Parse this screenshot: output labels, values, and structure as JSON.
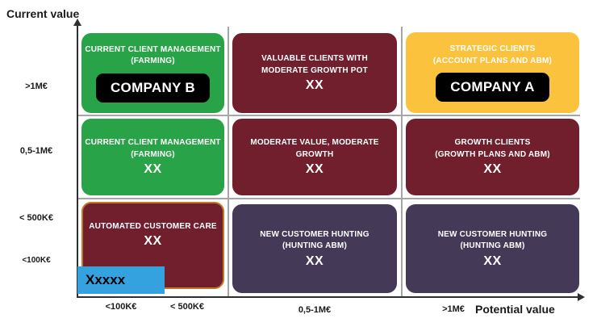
{
  "figure": {
    "y_axis_title": "Current value",
    "x_axis_title": "Potential value",
    "y_ticks": [
      ">1M€",
      "0,5-1M€",
      "< 500K€",
      "<100K€"
    ],
    "x_ticks": [
      "<100K€",
      "< 500K€",
      "0,5-1M€",
      ">1M€"
    ]
  },
  "cells": {
    "r1c1": {
      "line1": "CURRENT CLIENT MANAGEMENT",
      "line2": "(FARMING)",
      "tag": "COMPANY B"
    },
    "r1c2": {
      "line1": "VALUABLE CLIENTS WITH",
      "line2": "MODERATE GROWTH POT",
      "value": "XX"
    },
    "r1c3": {
      "line1": "STRATEGIC CLIENTS",
      "line2": "(ACCOUNT PLANS AND ABM)",
      "tag": "COMPANY A"
    },
    "r2c1": {
      "line1": "CURRENT CLIENT MANAGEMENT",
      "line2": "(FARMING)",
      "value": "XX"
    },
    "r2c2": {
      "line1": "MODERATE VALUE, MODERATE",
      "line2": "GROWTH",
      "value": "XX"
    },
    "r2c3": {
      "line1": "GROWTH CLIENTS",
      "line2": "(GROWTH PLANS AND ABM)",
      "value": "XX"
    },
    "r3c1": {
      "line1": "AUTOMATED CUSTOMER CARE",
      "value": "XX"
    },
    "r3c2": {
      "line1": "NEW CUSTOMER HUNTING",
      "line2": "(HUNTING ABM)",
      "value": "XX"
    },
    "r3c3": {
      "line1": "NEW CUSTOMER HUNTING",
      "line2": "(HUNTING ABM)",
      "value": "XX"
    }
  },
  "overlay": {
    "blue_box_label": "Xxxxx"
  },
  "colors": {
    "green": "#28a347",
    "maroon": "#711f2d",
    "yellow": "#fbc33d",
    "purple": "#443a58",
    "blue": "#35a2e0",
    "orange_border": "#c17929",
    "grid_line": "#a6a6a6",
    "axis_line": "#2f2f2f",
    "tag_background": "#000000"
  }
}
